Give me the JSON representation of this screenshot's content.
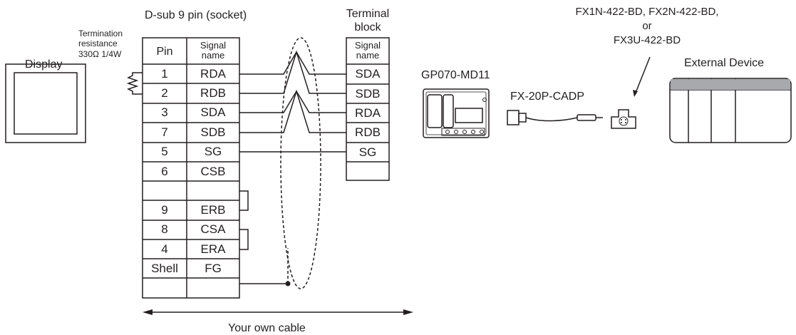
{
  "labels": {
    "dsub_title": "D-sub 9 pin (socket)",
    "termination_line1": "Termination",
    "termination_line2": "resistance",
    "termination_value": "330Ω 1/4W",
    "display": "Display",
    "terminal_block_line1": "Terminal",
    "terminal_block_line2": "block",
    "boards_line1": "FX1N-422-BD, FX2N-422-BD,",
    "boards_line2": "or",
    "boards_line3": "FX3U-422-BD",
    "external_device": "External Device",
    "adapter": "GP070-MD11",
    "cable_model": "FX-20P-CADP",
    "own_cable": "Your own cable"
  },
  "dsub_table": {
    "pin_header": "Pin",
    "signal_header_line1": "Signal",
    "signal_header_line2": "name",
    "rows": [
      {
        "pin": "1",
        "signal": "RDA"
      },
      {
        "pin": "2",
        "signal": "RDB"
      },
      {
        "pin": "3",
        "signal": "SDA"
      },
      {
        "pin": "7",
        "signal": "SDB"
      },
      {
        "pin": "5",
        "signal": "SG"
      },
      {
        "pin": "6",
        "signal": "CSB"
      },
      {
        "pin": "9",
        "signal": "ERB"
      },
      {
        "pin": "8",
        "signal": "CSA"
      },
      {
        "pin": "4",
        "signal": "ERA"
      },
      {
        "pin": "Shell",
        "signal": "FG"
      }
    ]
  },
  "terminal_table": {
    "header_line1": "Signal",
    "header_line2": "name",
    "rows": [
      "SDA",
      "SDB",
      "RDA",
      "RDB",
      "SG"
    ]
  }
}
